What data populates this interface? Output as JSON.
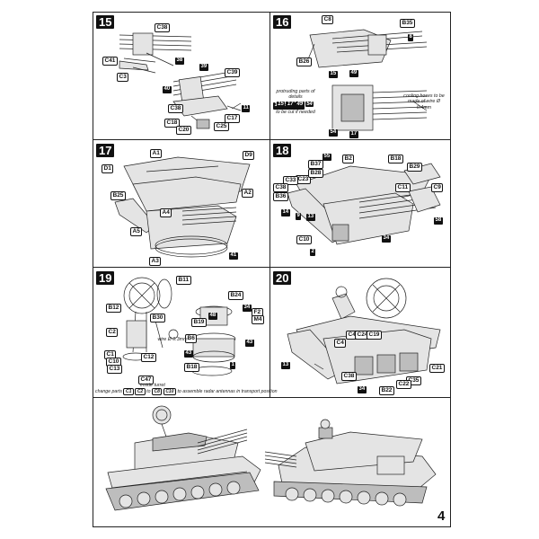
{
  "page_number": "4",
  "steps": [
    {
      "number": "15",
      "labels": [
        "C38",
        "C41",
        "C3",
        "38",
        "39",
        "C39",
        "40",
        "C38",
        "11",
        "C17",
        "C18",
        "C20",
        "C25"
      ]
    },
    {
      "number": "16",
      "labels": [
        "C8",
        "B35",
        "8",
        "B26",
        "15",
        "49",
        "15",
        "17",
        "49",
        "54",
        "54",
        "17"
      ],
      "note_left": "protruding parts of details",
      "note_left_nums": [
        "15",
        "17",
        "49",
        "54"
      ],
      "note_left_2": "to be cut if needed",
      "note_right": "cooling hoses to be made of wire Ø 0.4mm"
    },
    {
      "number": "17",
      "labels": [
        "A1",
        "D9",
        "D1",
        "A2",
        "B25",
        "A4",
        "A5",
        "A3",
        "41"
      ]
    },
    {
      "number": "18",
      "labels": [
        "55",
        "B2",
        "B18",
        "B37",
        "B29",
        "C23",
        "B28",
        "C33",
        "C11",
        "C9",
        "C38",
        "B36",
        "14",
        "9",
        "13",
        "58",
        "C10",
        "34",
        "2"
      ]
    },
    {
      "number": "19",
      "labels": [
        "B11",
        "B12",
        "B24",
        "B30",
        "F2",
        "M4",
        "34",
        "48",
        "B19",
        "B6",
        "43",
        "C2",
        "C1",
        "C10",
        "C13",
        "C12",
        "C47",
        "43",
        "B18",
        "1"
      ],
      "wire_note": "wire Ø 0.3mm",
      "turret_note": "inside turret",
      "footer_note_a": "change parts",
      "footer_note_b": "to",
      "footer_note_c": "to assemble radar antennas in transport position",
      "footer_parts_from": [
        "C1",
        "C2"
      ],
      "footer_parts_to": [
        "C8",
        "C10"
      ]
    },
    {
      "number": "20",
      "labels": [
        "C40",
        "C24",
        "C19",
        "C4",
        "13",
        "C38",
        "C21",
        "C35",
        "C22",
        "B22",
        "34"
      ]
    }
  ]
}
